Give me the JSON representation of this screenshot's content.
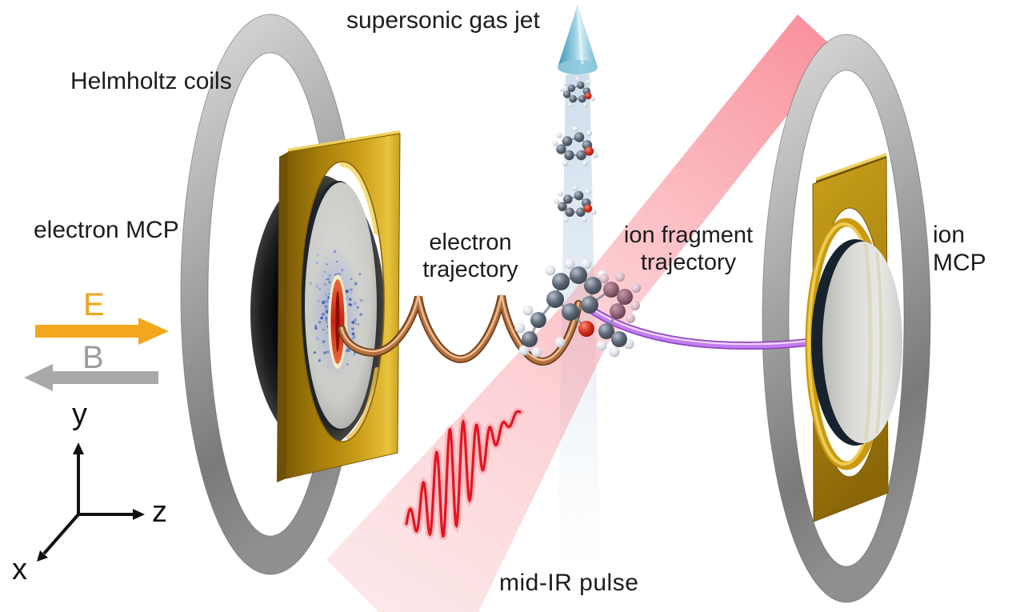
{
  "figure": {
    "type": "experimental-setup-diagram",
    "description": "coincidence velocity map imaging spectrometer with magnetic bottle"
  },
  "labels": {
    "supersonic_gas_jet": "supersonic gas jet",
    "helmholtz_coils": "Helmholtz coils",
    "electron_mcp": "electron MCP",
    "ion_mcp": "ion MCP",
    "electron_trajectory": "electron\ntrajectory",
    "ion_fragment_trajectory": "ion fragment\ntrajectory",
    "mid_ir_pulse": "mid-IR pulse",
    "e_field": "E",
    "b_field": "B",
    "axis_y": "y",
    "axis_z": "z",
    "axis_x": "x"
  },
  "colors": {
    "e_arrow_orange": "#F1A51C",
    "b_arrow_gray": "#A9A9A9",
    "coil_gray": "#9A9A9A",
    "gold_plate": "#C89B16",
    "copper_trajectory": "#B4713F",
    "ion_trajectory_purple": "#C27DF0",
    "laser_beam_pink": "#F87683",
    "gas_jet_blue": "#A5C2DB",
    "pulse_red": "#E41420",
    "oxygen_atom_red": "#D4301C",
    "carbon_atom_gray": "#5D6774",
    "fragment_atom_mauve": "#8D6072",
    "label_text": "#1C1C1C"
  },
  "components": [
    "gas-jet-cone",
    "gas-jet-beam",
    "gas-jet-molecules",
    "helmholtz-coil-left",
    "helmholtz-coil-right",
    "electron-detector-plate",
    "electron-mcp-disk",
    "vmi-electron-image",
    "ion-detector-plate",
    "ion-mcp-disk",
    "electron-cycloid-trajectory",
    "ion-fragment-curve",
    "mid-ir-laser-beam",
    "mid-ir-pulse-waveform",
    "e-field-arrow",
    "b-field-arrow",
    "coordinate-axes",
    "target-molecule",
    "ion-fragment-molecule"
  ]
}
